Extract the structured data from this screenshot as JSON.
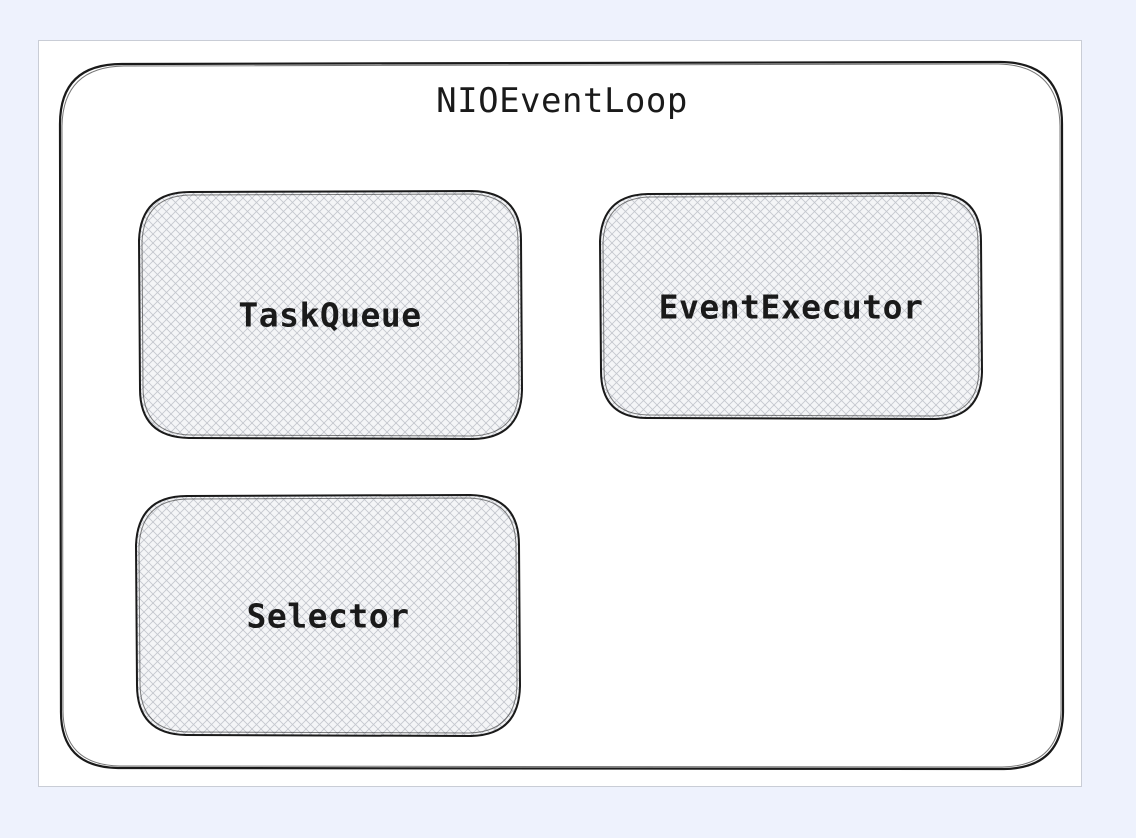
{
  "diagram": {
    "title": "NIOEventLoop",
    "components": [
      {
        "id": "taskqueue",
        "label": "TaskQueue"
      },
      {
        "id": "eventexecutor",
        "label": "EventExecutor"
      },
      {
        "id": "selector",
        "label": "Selector"
      }
    ],
    "colors": {
      "background": "#eef2fd",
      "canvas": "#ffffff",
      "stroke": "#1a1a1a",
      "hatch": "#b9bcc4",
      "box_fill": "#f3f4f6"
    }
  }
}
